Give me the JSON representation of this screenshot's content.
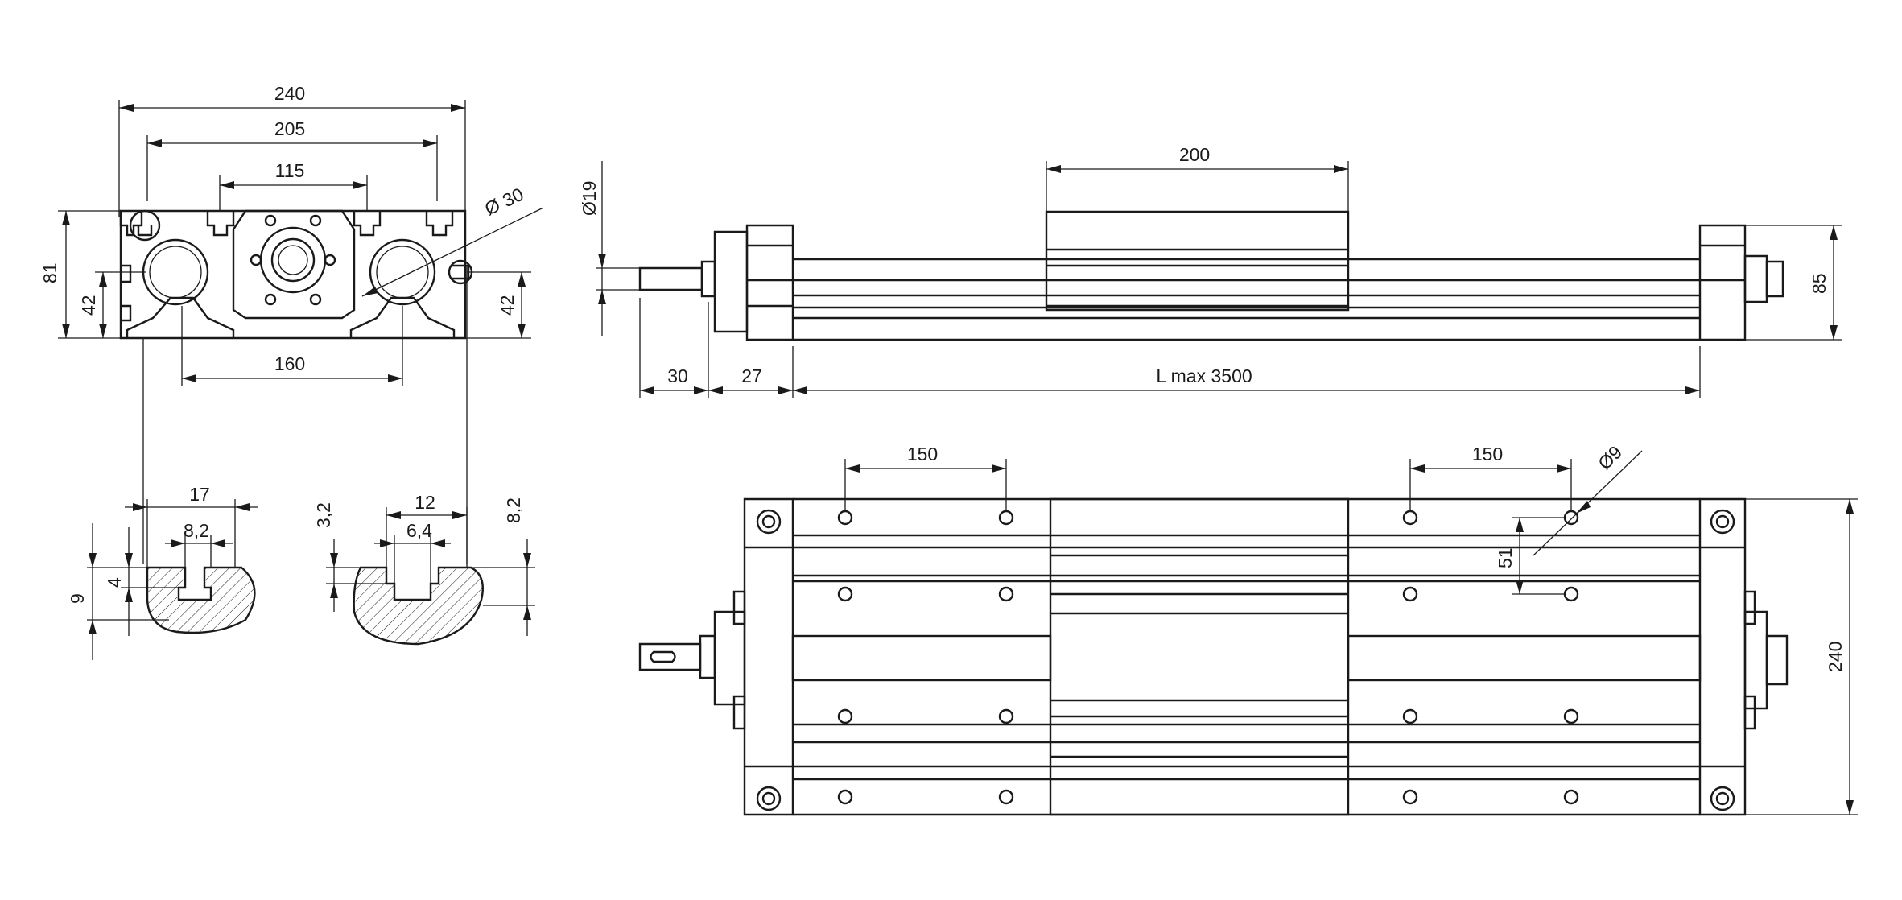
{
  "front_view": {
    "w240": "240",
    "w205": "205",
    "w115": "115",
    "d30": "Ø 30",
    "h81": "81",
    "h42_left": "42",
    "h42_right": "42",
    "w160": "160"
  },
  "slot_detail_a": {
    "w17": "17",
    "w8_2": "8,2",
    "h9": "9",
    "h4": "4"
  },
  "slot_detail_b": {
    "h3_2": "3,2",
    "w12": "12",
    "w6_4": "6,4",
    "h8_2": "8,2"
  },
  "side_view": {
    "d19": "Ø19",
    "w200": "200",
    "h85": "85",
    "w30": "30",
    "w27": "27",
    "lmax": "L max 3500"
  },
  "top_view": {
    "pitch_left": "150",
    "pitch_right": "150",
    "d9": "Ø9",
    "h51": "51",
    "h240": "240"
  }
}
